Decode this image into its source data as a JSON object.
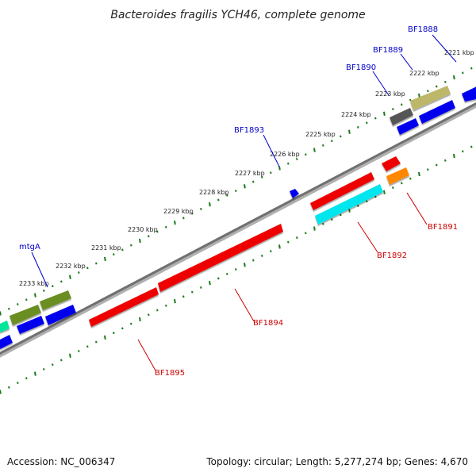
{
  "title": "Bacteroides fragilis YCH46, complete genome",
  "footer": {
    "accession": "Accession: NC_006347",
    "summary": "Topology: circular; Length: 5,277,274 bp; Genes: 4,670"
  },
  "ruler": {
    "tick_labels": [
      "2221 kbp",
      "2222 kbp",
      "2223 kbp",
      "2224 kbp",
      "2225 kbp",
      "2226 kbp",
      "2227 kbp",
      "2228 kbp",
      "2229 kbp",
      "2230 kbp",
      "2231 kbp",
      "2232 kbp",
      "2233 kbp"
    ]
  },
  "labels": {
    "BF1888": "BF1888",
    "BF1889": "BF1889",
    "BF1890": "BF1890",
    "BF1893": "BF1893",
    "mtgA": "mtgA",
    "BF1891": "BF1891",
    "BF1892": "BF1892",
    "BF1894": "BF1894",
    "BF1895": "BF1895"
  },
  "colors": {
    "forward_label": "#0000cc",
    "reverse_label": "#cc0000",
    "backbone": "#808080",
    "tick": "#1a7a1a",
    "red": "#ee0000",
    "cyan": "#00e5ee",
    "orange": "#ff8800",
    "blue": "#0000ee",
    "olive": "#6b8e23",
    "khaki": "#bdb76b",
    "dimgray": "#555555",
    "teal": "#00e59a"
  }
}
